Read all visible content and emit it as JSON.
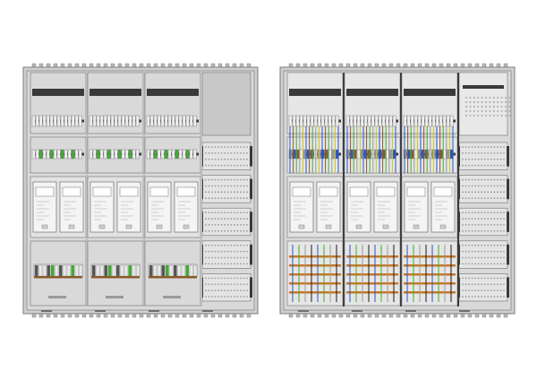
{
  "colors": {
    "background": "#ffffff",
    "frame": "#cfcfcf",
    "panel": "#d9d9d9",
    "panel_dark": "#bdbdbd",
    "line": "#6f6f6f",
    "rail": "#3a3a3a",
    "terminal": "#eeeeee",
    "grid_hole": "#9a9a9a",
    "wire_blue": "#2456c8",
    "wire_brown": "#8a5a2b",
    "wire_green": "#3fae2f",
    "wire_grey": "#9a9a9a",
    "wire_yellow": "#c8c820",
    "wire_black": "#1a1a1a",
    "busbar_orange": "#c8782a"
  },
  "diagram": {
    "views": [
      {
        "name": "front-view",
        "meter_columns": 3,
        "has_wiring": false
      },
      {
        "name": "open-wired-view",
        "meter_columns": 3,
        "has_wiring": true
      }
    ],
    "side_column_grid_rows": 5,
    "icons": [
      "lock-icon",
      "hinge-icon",
      "terminal-block-icon",
      "din-rail-icon",
      "meter-icon",
      "ventilation-grid-icon",
      "busbar-icon"
    ]
  }
}
